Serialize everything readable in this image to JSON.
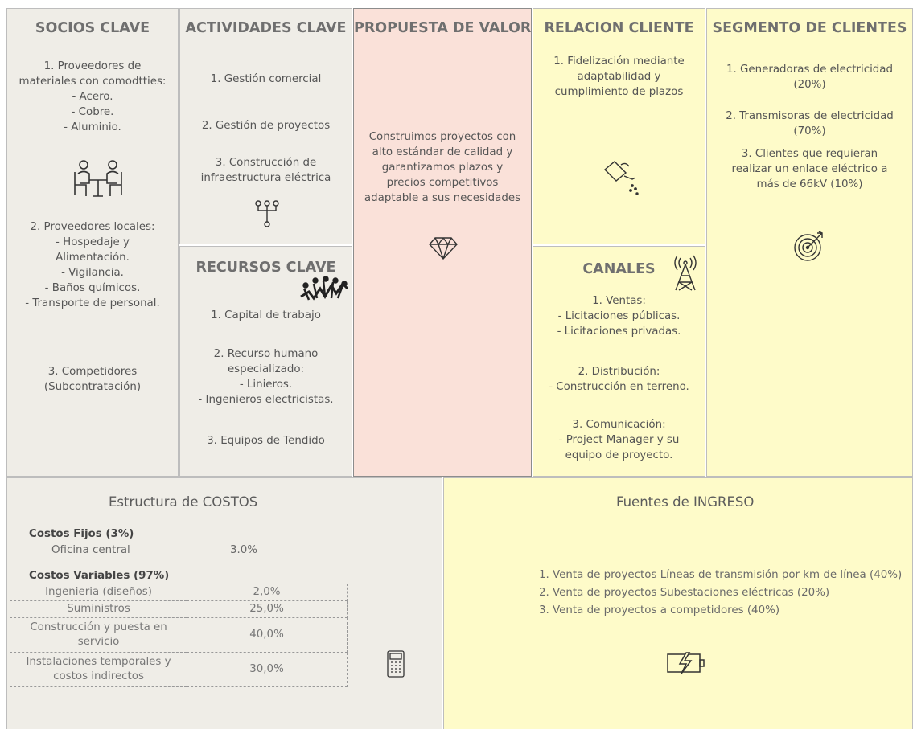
{
  "socios": {
    "title": "SOCIOS CLAVE",
    "lines": [
      "1. Proveedores de",
      "materiales con comodtties:",
      "- Acero.",
      "- Cobre.",
      "- Aluminio."
    ],
    "lines2": [
      "2. Proveedores locales:",
      "- Hospedaje y",
      "Alimentación.",
      "- Vigilancia.",
      "- Baños químicos.",
      "- Transporte de personal."
    ],
    "lines3": [
      "3. Competidores",
      "(Subcontratación)"
    ]
  },
  "actividades": {
    "title": "ACTIVIDADES CLAVE",
    "items": [
      "1. Gestión comercial",
      "2. Gestión de proyectos",
      "3. Construcción de",
      "infraestructura eléctrica"
    ]
  },
  "recursos": {
    "title": "RECURSOS CLAVE",
    "items": [
      "1. Capital de trabajo",
      "2. Recurso humano",
      "especializado:",
      "- Linieros.",
      "- Ingenieros electricistas.",
      "3. Equipos de Tendido"
    ]
  },
  "propuesta": {
    "title": "PROPUESTA DE VALOR",
    "lines": [
      "Construimos proyectos con",
      "alto estándar de calidad y",
      "garantizamos plazos y",
      "precios competitivos",
      "adaptable a sus necesidades"
    ]
  },
  "relacion": {
    "title": "RELACION CLIENTE",
    "lines": [
      "1. Fidelización mediante",
      "adaptabilidad y",
      "cumplimiento de plazos"
    ]
  },
  "canales": {
    "title": "CANALES",
    "lines": [
      "1. Ventas:",
      "- Licitaciones públicas.",
      "- Licitaciones privadas."
    ],
    "lines2": [
      "2. Distribución:",
      "- Construcción en terreno."
    ],
    "lines3": [
      "3. Comunicación:",
      "- Project Manager y su",
      "equipo de proyecto."
    ]
  },
  "segmento": {
    "title": "SEGMENTO DE CLIENTES",
    "lines": [
      "1. Generadoras de electricidad",
      "(20%)"
    ],
    "lines2": [
      "2. Transmisoras de electricidad",
      "(70%)"
    ],
    "lines3": [
      "3. Clientes que requieran",
      "realizar un enlace eléctrico a",
      "más de 66kV (10%)"
    ]
  },
  "costos": {
    "title": "Estructura de COSTOS",
    "fijos_label": "Costos Fijos (3%)",
    "oficina_label": "Oficina central",
    "oficina_value": "3.0%",
    "variables_label": "Costos Variables (97%)",
    "rows": [
      {
        "name": "Ingenieria (diseños)",
        "value": "2,0%"
      },
      {
        "name": "Suministros",
        "value": "25,0%"
      },
      {
        "name1": "Construcción y puesta en",
        "name2": "servicio",
        "value": "40,0%"
      },
      {
        "name1": "Instalaciones temporales y",
        "name2": "costos indirectos",
        "value": "30,0%"
      }
    ]
  },
  "ingreso": {
    "title": "Fuentes de INGRESO",
    "items": [
      "1. Venta de proyectos Líneas de transmisión por km de línea (40%)",
      "2. Venta de proyectos Subestaciones eléctricas (20%)",
      "3. Venta de proyectos a competidores (40%)"
    ]
  },
  "icons": [
    "meeting-icon",
    "org-chart-icon",
    "diamond-icon",
    "watering-can-icon",
    "antenna-tower-icon",
    "target-icon",
    "workers-icon",
    "calculator-icon",
    "battery-charging-icon"
  ],
  "colors": {
    "grey": "#efede7",
    "yellow": "#fefbc9",
    "pink": "#fae1d9"
  }
}
